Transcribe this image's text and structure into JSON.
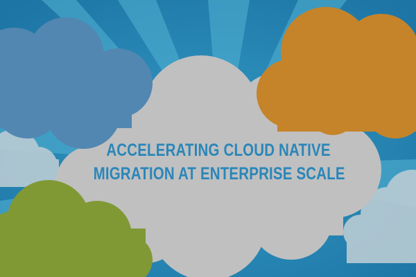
{
  "banner": {
    "headline_line1": "ACCELERATING CLOUD NATIVE",
    "headline_line2": "MIGRATION AT ENTERPRISE SCALE"
  },
  "colors": {
    "sky": "#2a8fc0",
    "ray": "#5cc3e6",
    "center_cloud": "#d1d1d2",
    "blue_cloud": "#5a93c0",
    "orange_cloud": "#d6902e",
    "green_cloud": "#8ba63a",
    "white_cloud": "#c9dde6",
    "headline_text": "#2a86b8"
  },
  "icons": [
    "center-cloud",
    "blue-cloud",
    "orange-cloud",
    "green-cloud",
    "white-cloud"
  ]
}
